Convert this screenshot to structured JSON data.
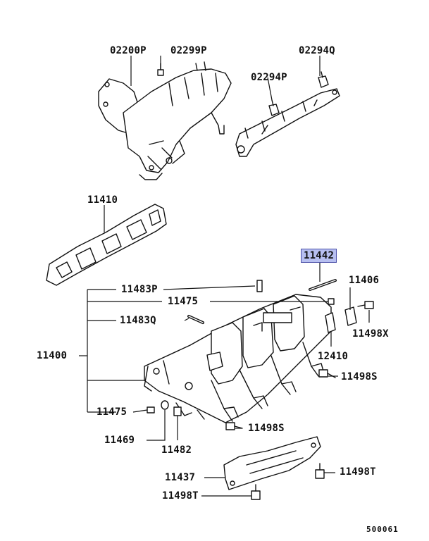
{
  "part_labels": {
    "p02200P": "02200P",
    "p02299P": "02299P",
    "p02294Q": "02294Q",
    "p02294P": "02294P",
    "p11410": "11410",
    "p11442": "11442",
    "p11483P": "11483P",
    "p11475a": "11475",
    "p11406": "11406",
    "p11483Q": "11483Q",
    "p11498X": "11498X",
    "p11400": "11400",
    "p12410": "12410",
    "p11498Sa": "11498S",
    "p11475b": "11475",
    "p11469": "11469",
    "p11482": "11482",
    "p11498Sb": "11498S",
    "p11437": "11437",
    "p11498Ta": "11498T",
    "p11498Tb": "11498T"
  },
  "diagram_code": "500061",
  "highlight_color": "#b7bff0"
}
